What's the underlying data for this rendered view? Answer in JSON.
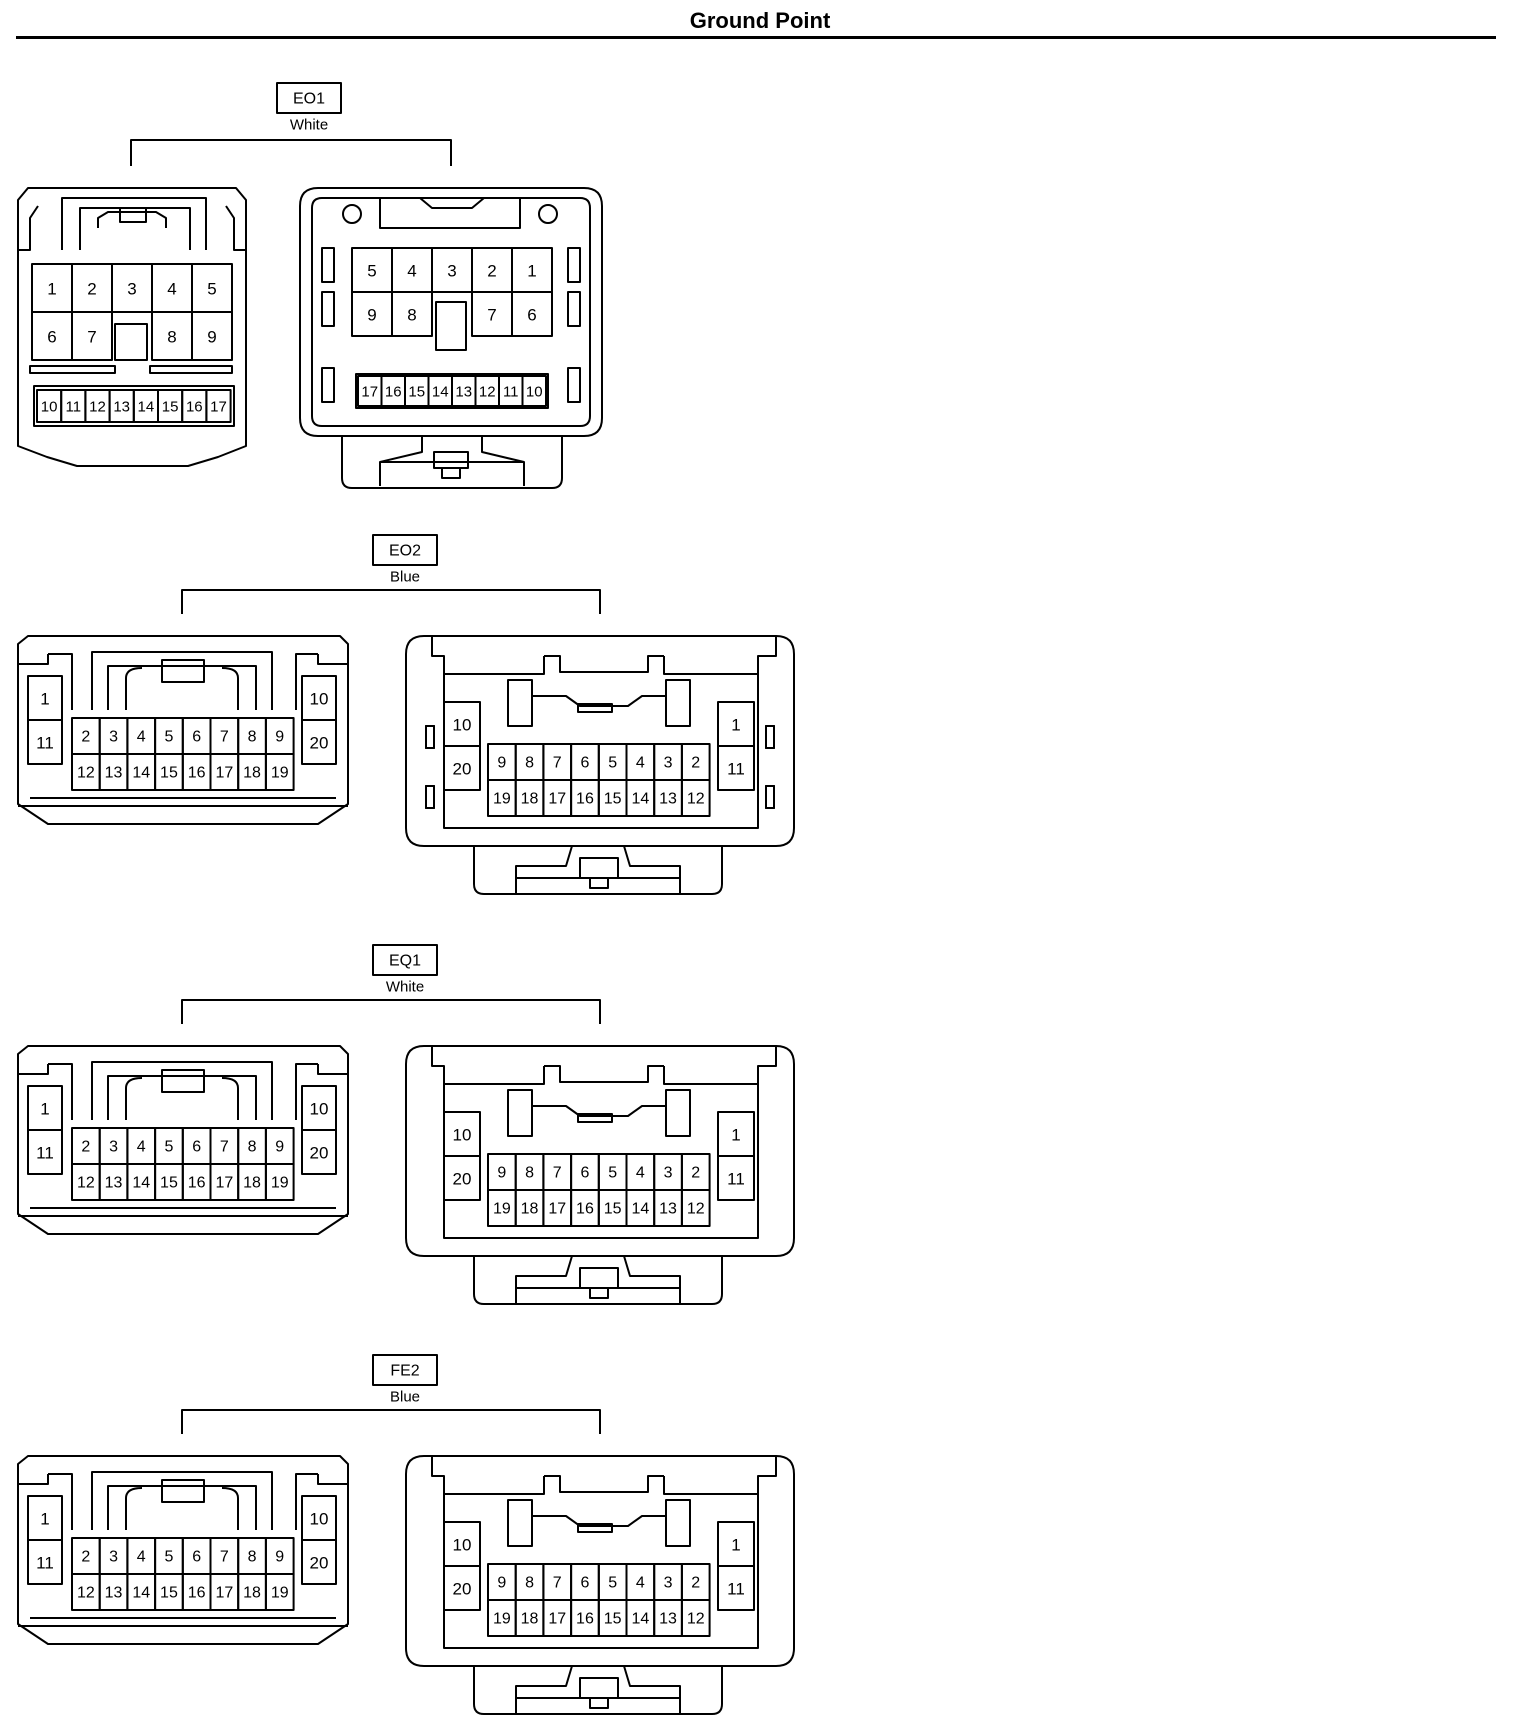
{
  "page": {
    "title": "Ground Point"
  },
  "connectors": [
    {
      "id": "EO1",
      "color": "White",
      "layout": "9pin",
      "left": {
        "top": [
          "1",
          "2",
          "3",
          "4",
          "5"
        ],
        "mid": [
          "6",
          "7",
          "8",
          "9"
        ],
        "bottom": [
          "10",
          "11",
          "12",
          "13",
          "14",
          "15",
          "16",
          "17"
        ]
      },
      "right": {
        "top": [
          "5",
          "4",
          "3",
          "2",
          "1"
        ],
        "mid": [
          "9",
          "8",
          "7",
          "6"
        ],
        "bottom": [
          "17",
          "16",
          "15",
          "14",
          "13",
          "12",
          "11",
          "10"
        ]
      }
    },
    {
      "id": "EO2",
      "color": "Blue",
      "layout": "20pin",
      "left": {
        "sideA": [
          "1",
          "11"
        ],
        "row1": [
          "2",
          "3",
          "4",
          "5",
          "6",
          "7",
          "8",
          "9"
        ],
        "row2": [
          "12",
          "13",
          "14",
          "15",
          "16",
          "17",
          "18",
          "19"
        ],
        "sideB": [
          "10",
          "20"
        ]
      },
      "right": {
        "sideA": [
          "10",
          "20"
        ],
        "row1": [
          "9",
          "8",
          "7",
          "6",
          "5",
          "4",
          "3",
          "2"
        ],
        "row2": [
          "19",
          "18",
          "17",
          "16",
          "15",
          "14",
          "13",
          "12"
        ],
        "sideB": [
          "1",
          "11"
        ]
      }
    },
    {
      "id": "EQ1",
      "color": "White",
      "layout": "20pin",
      "left": {
        "sideA": [
          "1",
          "11"
        ],
        "row1": [
          "2",
          "3",
          "4",
          "5",
          "6",
          "7",
          "8",
          "9"
        ],
        "row2": [
          "12",
          "13",
          "14",
          "15",
          "16",
          "17",
          "18",
          "19"
        ],
        "sideB": [
          "10",
          "20"
        ]
      },
      "right": {
        "sideA": [
          "10",
          "20"
        ],
        "row1": [
          "9",
          "8",
          "7",
          "6",
          "5",
          "4",
          "3",
          "2"
        ],
        "row2": [
          "19",
          "18",
          "17",
          "16",
          "15",
          "14",
          "13",
          "12"
        ],
        "sideB": [
          "1",
          "11"
        ]
      }
    },
    {
      "id": "FE2",
      "color": "Blue",
      "layout": "20pin",
      "left": {
        "sideA": [
          "1",
          "11"
        ],
        "row1": [
          "2",
          "3",
          "4",
          "5",
          "6",
          "7",
          "8",
          "9"
        ],
        "row2": [
          "12",
          "13",
          "14",
          "15",
          "16",
          "17",
          "18",
          "19"
        ],
        "sideB": [
          "10",
          "20"
        ]
      },
      "right": {
        "sideA": [
          "10",
          "20"
        ],
        "row1": [
          "9",
          "8",
          "7",
          "6",
          "5",
          "4",
          "3",
          "2"
        ],
        "row2": [
          "19",
          "18",
          "17",
          "16",
          "15",
          "14",
          "13",
          "12"
        ],
        "sideB": [
          "1",
          "11"
        ]
      }
    }
  ]
}
